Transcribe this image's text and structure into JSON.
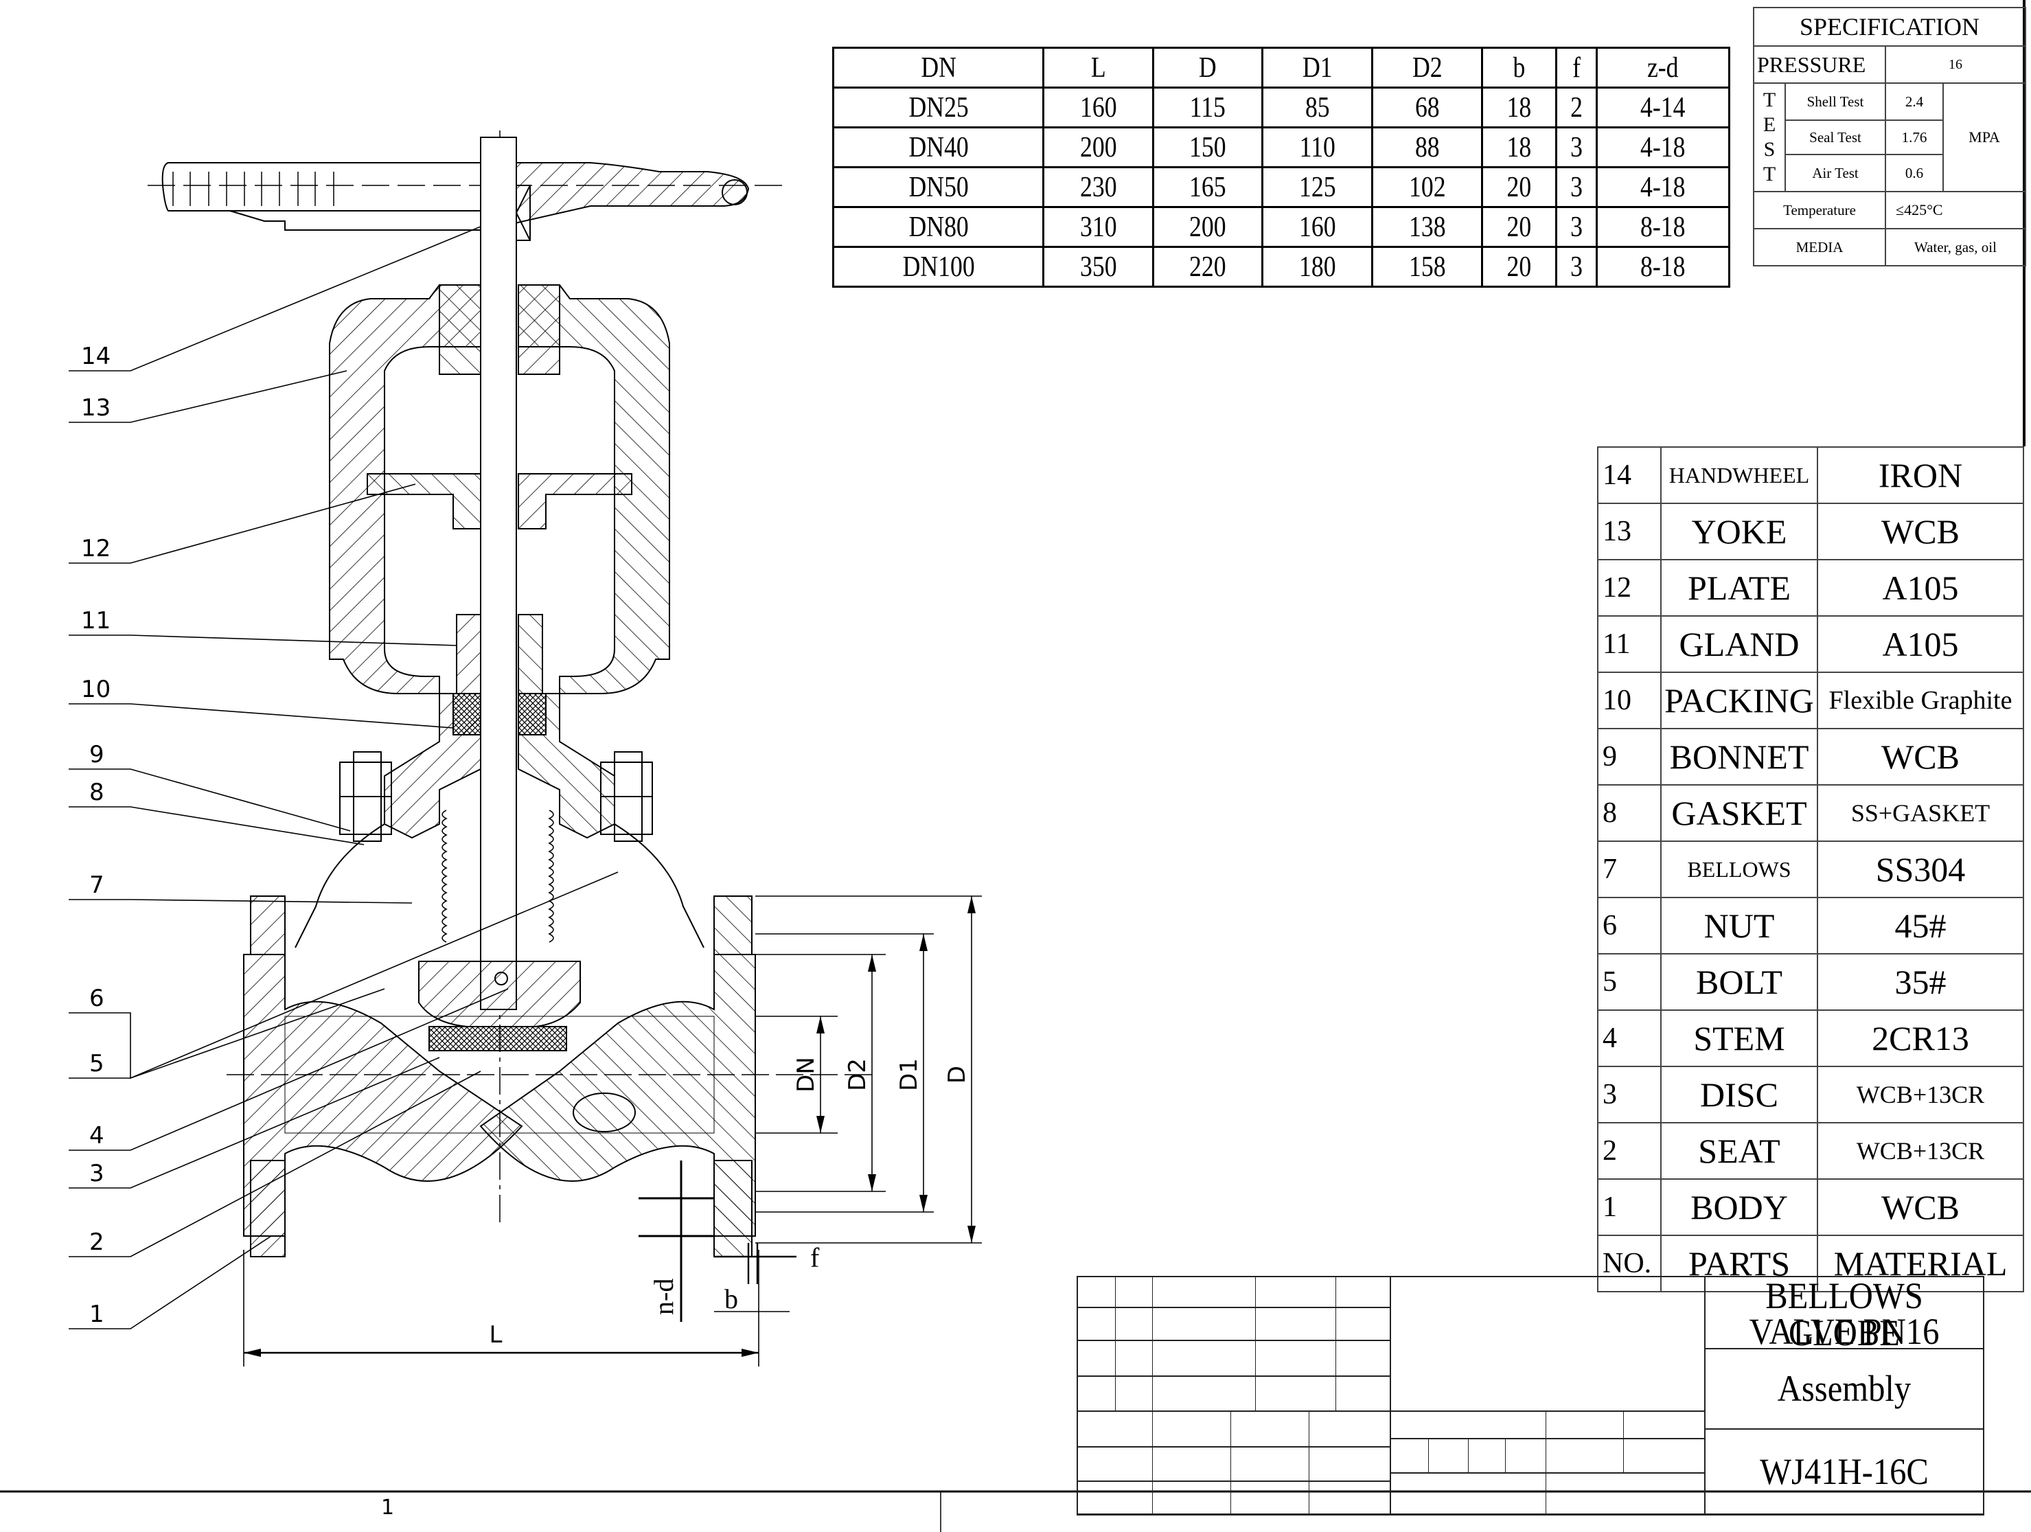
{
  "dimension_table": {
    "headers": [
      "DN",
      "L",
      "D",
      "D1",
      "D2",
      "b",
      "f",
      "z-d"
    ],
    "rows": [
      [
        "DN25",
        "160",
        "115",
        "85",
        "68",
        "18",
        "2",
        "4-14"
      ],
      [
        "DN40",
        "200",
        "150",
        "110",
        "88",
        "18",
        "3",
        "4-18"
      ],
      [
        "DN50",
        "230",
        "165",
        "125",
        "102",
        "20",
        "3",
        "4-18"
      ],
      [
        "DN80",
        "310",
        "200",
        "160",
        "138",
        "20",
        "3",
        "8-18"
      ],
      [
        "DN100",
        "350",
        "220",
        "180",
        "158",
        "20",
        "3",
        "8-18"
      ]
    ]
  },
  "specification": {
    "title": "SPECIFICATION",
    "pressure_label": "PRESSURE",
    "pressure_value": "16",
    "test_letters": [
      "T",
      "E",
      "S",
      "T"
    ],
    "tests": [
      {
        "name": "Shell Test",
        "value": "2.4"
      },
      {
        "name": "Seal Test",
        "value": "1.76"
      },
      {
        "name": "Air Test",
        "value": "0.6"
      }
    ],
    "test_unit": "MPA",
    "temperature_label": "Temperature",
    "temperature_value": "≤425°C",
    "media_label": "MEDIA",
    "media_value": "Water, gas, oil"
  },
  "parts_list": {
    "rows": [
      {
        "no": "14",
        "part": "HANDWHEEL",
        "material": "IRON"
      },
      {
        "no": "13",
        "part": "YOKE",
        "material": "WCB"
      },
      {
        "no": "12",
        "part": "PLATE",
        "material": "A105"
      },
      {
        "no": "11",
        "part": "GLAND",
        "material": "A105"
      },
      {
        "no": "10",
        "part": "PACKING",
        "material": "Flexible Graphite"
      },
      {
        "no": "9",
        "part": "BONNET",
        "material": "WCB"
      },
      {
        "no": "8",
        "part": "GASKET",
        "material": "SS+GASKET"
      },
      {
        "no": "7",
        "part": "BELLOWS",
        "material": "SS304"
      },
      {
        "no": "6",
        "part": "NUT",
        "material": "45#"
      },
      {
        "no": "5",
        "part": "BOLT",
        "material": "35#"
      },
      {
        "no": "4",
        "part": "STEM",
        "material": "2CR13"
      },
      {
        "no": "3",
        "part": "DISC",
        "material": "WCB+13CR"
      },
      {
        "no": "2",
        "part": "SEAT",
        "material": "WCB+13CR"
      },
      {
        "no": "1",
        "part": "BODY",
        "material": "WCB"
      }
    ],
    "header": {
      "no": "NO.",
      "part": "PARTS",
      "material": "MATERIAL"
    }
  },
  "title_block": {
    "title_line1": "BELLOWS GLOBE",
    "title_line2": "VALVE PN16",
    "drawing_type": "Assembly",
    "model": "WJ41H-16C"
  },
  "drawing": {
    "balloon_labels": [
      "14",
      "13",
      "12",
      "11",
      "10",
      "9",
      "8",
      "7",
      "6",
      "5",
      "4",
      "3",
      "2",
      "1"
    ],
    "dimension_labels": {
      "DN": "DN",
      "D2": "D2",
      "D1": "D1",
      "D": "D",
      "L": "L",
      "b": "b",
      "f": "f",
      "nd": "n-d"
    }
  },
  "footer": {
    "sheet_number": "1"
  }
}
